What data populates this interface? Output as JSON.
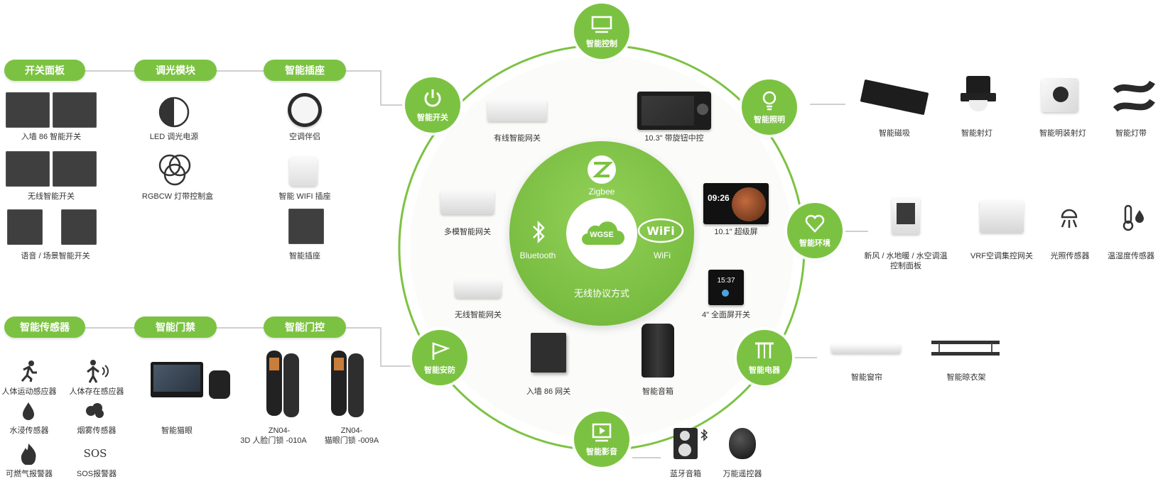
{
  "colors": {
    "accent": "#7cc242",
    "accent_dark": "#5aa62c",
    "line": "#cfcfcf"
  },
  "center": {
    "zigbee": "Zigbee",
    "bluetooth": "Bluetooth",
    "wifi": "WiFi",
    "logo": "WGSE",
    "caption": "无线协议方式"
  },
  "nodes": {
    "control": "智能控制",
    "switch": "智能开关",
    "lighting": "智能照明",
    "environment": "智能环境",
    "security": "智能安防",
    "appliance": "智能电器",
    "av": "智能影音"
  },
  "ring_devices": {
    "wired_gateway": "有线智能网关",
    "central_control": "10.3\" 带旋钮中控",
    "multi_gateway": "多模智能网关",
    "super_screen": "10.1\" 超级屏",
    "wireless_gateway": "无线智能网关",
    "full_screen_switch": "4\" 全面屏开关",
    "wall_gateway": "入墙 86 网关",
    "smart_speaker": "智能音箱",
    "screen_time_1": "09:26",
    "screen_time_2": "15:37"
  },
  "left_top": {
    "pills": [
      "开关面板",
      "调光模块",
      "智能插座"
    ],
    "switch_panel": [
      "入墙 86 智能开关",
      "无线智能开关",
      "语音 / 场景智能开关"
    ],
    "dimmer": [
      "LED 调光电源",
      "RGBCW 灯带控制盒"
    ],
    "socket": [
      "空调伴侣",
      "智能 WIFI 插座",
      "智能插座"
    ]
  },
  "left_bottom": {
    "pills": [
      "智能传感器",
      "智能门禁",
      "智能门控"
    ],
    "sensors": [
      "人体运动感应器",
      "人体存在感应器",
      "水浸传感器",
      "烟雾传感器",
      "可燃气报警器",
      "SOS报警器"
    ],
    "sos_text": "SOS",
    "access": [
      "智能猫眼"
    ],
    "locks": [
      {
        "model": "ZN04-",
        "name": "3D 人脸门锁 -010A"
      },
      {
        "model": "ZN04-",
        "name": "猫眼门锁 -009A"
      }
    ]
  },
  "right": {
    "lighting": [
      "智能磁吸",
      "智能射灯",
      "智能明装射灯",
      "智能灯带"
    ],
    "environment": [
      "新风 / 水地暖 / 水空调温",
      "控制面板",
      "VRF空调集控网关",
      "光照传感器",
      "温湿度传感器"
    ],
    "appliance": [
      "智能窗帘",
      "智能晾衣架"
    ],
    "av": [
      "蓝牙音箱",
      "万能遥控器"
    ]
  }
}
